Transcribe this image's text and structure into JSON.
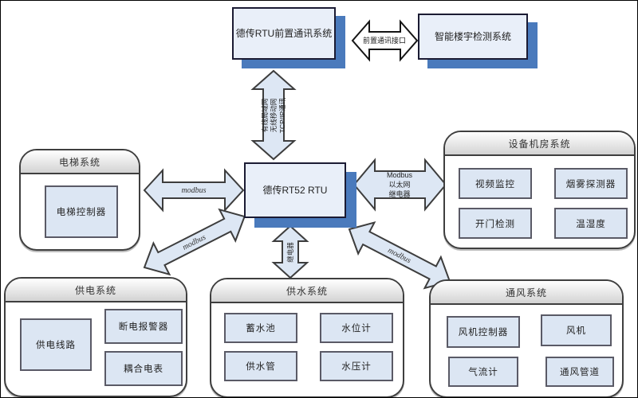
{
  "colors": {
    "node_fill": "#e9eff9",
    "node_border": "#1b1b33",
    "node_shadow": "#4a7abc",
    "arrow_fill": "#dde7f4",
    "arrow_border": "#3d3d3d",
    "panel_border": "#3f3f3f",
    "item_fill": "#dce6f3",
    "header_gradient_bottom": "#d3d3d3"
  },
  "nodes": {
    "front_comm": "德传RTU前置通讯系统",
    "smart_building": "智能楼宇检测系统",
    "rtu": "德传RT52 RTU"
  },
  "links": {
    "interface_label": "前置通讯接口",
    "network_lines": [
      "有线局域网",
      "无线移动网",
      "TCP/IP通讯"
    ],
    "elevator_link": "modbus",
    "equipment_link": [
      "Modbus",
      "以太网",
      "继电器"
    ],
    "power_link": "modbus",
    "water_link": "继电器",
    "vent_link": "modbus"
  },
  "panels": [
    {
      "title": "电梯系统",
      "items": [
        "电梯控制器"
      ]
    },
    {
      "title": "设备机房系统",
      "items": [
        "视频监控",
        "烟雾探测器",
        "开门检测",
        "温湿度"
      ]
    },
    {
      "title": "供电系统",
      "items": [
        "供电线路",
        "断电报警器",
        "耦合电表"
      ]
    },
    {
      "title": "供水系统",
      "items": [
        "蓄水池",
        "水位计",
        "供水管",
        "水压计"
      ]
    },
    {
      "title": "通风系统",
      "items": [
        "风机控制器",
        "风机",
        "气流计",
        "通风管道"
      ]
    }
  ]
}
